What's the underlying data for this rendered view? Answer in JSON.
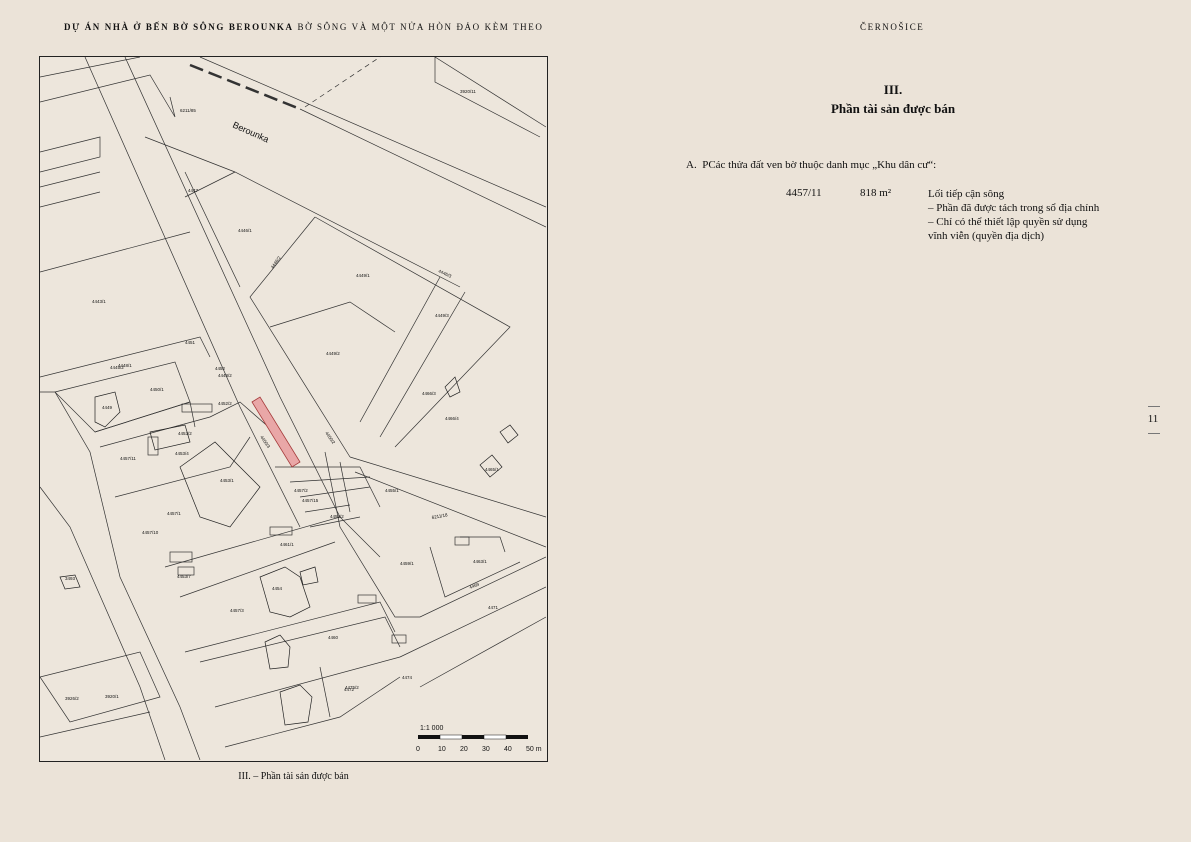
{
  "header": {
    "left_bold": "Dự án nhà ở bến bờ sông Berounka",
    "left_rest": " bờ sông và một nửa hòn đảo kèm theo",
    "right": "Černošice"
  },
  "map": {
    "river_label": "Berounka",
    "scale_label": "1:1 000",
    "scale_ticks": [
      "0",
      "10",
      "20",
      "30",
      "40",
      "50 m"
    ],
    "parcel_labels": [
      "6211/85",
      "3920/11",
      "4447",
      "4446/1",
      "4446/2",
      "4449/1",
      "4446/3",
      "4449/2",
      "4443/1",
      "4451",
      "4448/2",
      "4448/1",
      "4452",
      "4445/2",
      "4449",
      "4450/1",
      "4450/2",
      "4450/3",
      "4457/11",
      "4453/2",
      "4457/10",
      "4453/1",
      "4457/1",
      "4457/2",
      "4455/1",
      "6211/18",
      "4459/1",
      "4463/1",
      "4454",
      "4457/3",
      "4460",
      "4461/1",
      "4466/4",
      "4465/1",
      "4466/3",
      "4469",
      "4471",
      "4474",
      "4472",
      "4475/2",
      "3920/1",
      "3926/2",
      "3493",
      "4449/3",
      "4459/2",
      "4457/15",
      "4453/4",
      "4453/7",
      "4452/2"
    ]
  },
  "caption": "III. – Phần tài sản được bán",
  "section": {
    "number": "III.",
    "title": "Phần tài sản được bán",
    "item_marker": "A.",
    "item_text": "PCác thửa đất ven bờ thuộc danh mục „Khu dân cư“:",
    "row": {
      "parcel": "4457/11",
      "area": "818 m²",
      "desc": [
        "Lối tiếp cận sông",
        "– Phần đã được tách trong sổ địa chính",
        "– Chỉ có thể thiết lập quyền sử dụng",
        "vĩnh viễn (quyền địa dịch)"
      ]
    }
  },
  "page_number": "11",
  "colors": {
    "background": "#ebe3d8",
    "highlight_parcel": "#e9a7a7"
  }
}
